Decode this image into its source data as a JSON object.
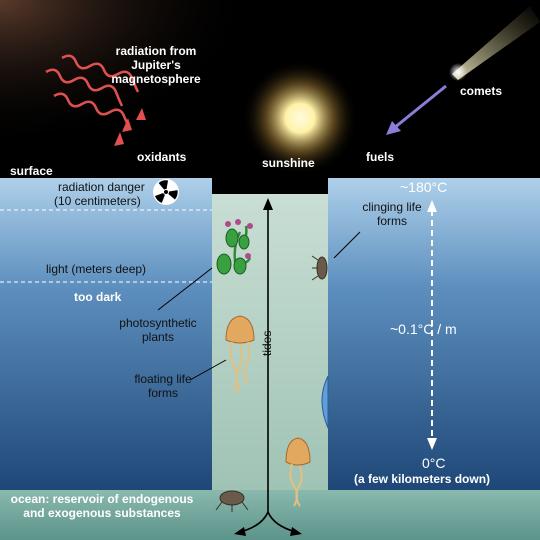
{
  "labels": {
    "radiation": "radiation from Jupiter's magnetosphere",
    "comets": "comets",
    "oxidants": "oxidants",
    "sunshine": "sunshine",
    "fuels": "fuels",
    "surface": "surface",
    "radiation_danger": "radiation danger",
    "radiation_depth": "(10 centimeters)",
    "light": "light (meters deep)",
    "too_dark": "too dark",
    "photosynthetic": "photosynthetic plants",
    "floating": "floating life forms",
    "clinging": "clinging life forms",
    "tides": "tides",
    "temp_top": "~180°C",
    "gradient": "~0.1°C / m",
    "temp_bottom": "0°C",
    "bottom_note": "(a few kilometers down)",
    "ocean": "ocean: reservoir of endogenous and exogenous substances"
  },
  "icons": [
    "radiation-hazard-icon",
    "sun-icon",
    "comet-icon",
    "plant-icon",
    "jellyfish-icon",
    "bug-icon"
  ],
  "colors": {
    "space": "#000000",
    "ice_top": "#a9cce8",
    "ice_bottom": "#1f4a7a",
    "crack_water": "#b9d6c8",
    "radiation_arrows": "#e05050",
    "comet_arrow": "#8a7fd6"
  }
}
